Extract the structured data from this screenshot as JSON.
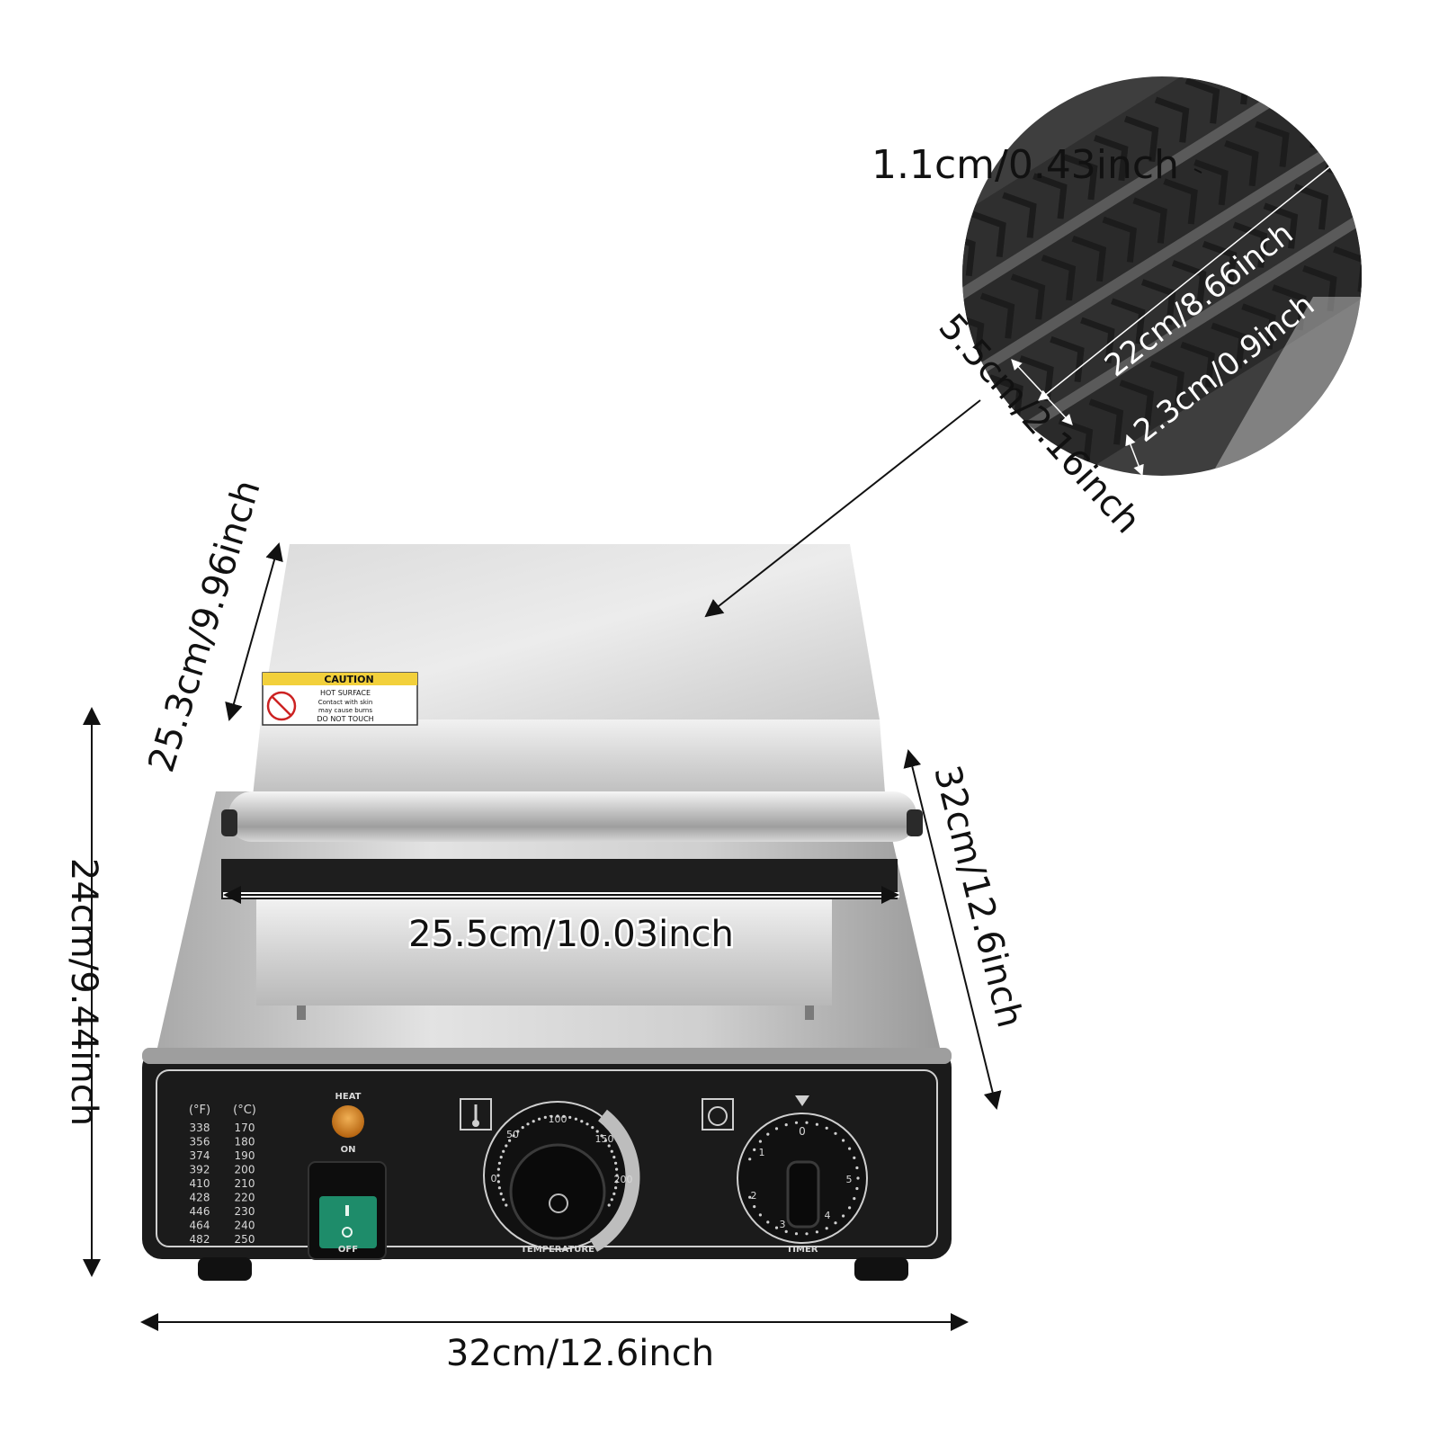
{
  "dimensions": {
    "plate_ridge_height": "1.1cm/0.43inch",
    "plate_length": "22cm/8.66inch",
    "plate_row_height": "2.3cm/0.9inch",
    "plate_row_width": "5.5cm/2.16inch",
    "lid_depth": "25.3cm/9.96inch",
    "base_depth": "32cm/12.6inch",
    "upper_width": "25.5cm/10.03inch",
    "total_height": "24cm/9.44inch",
    "base_width": "32cm/12.6inch"
  },
  "caution_label": {
    "title": "CAUTION",
    "line1": "HOT SURFACE",
    "line2": "Contact with skin",
    "line3": "may cause burns",
    "line4": "DO NOT TOUCH"
  },
  "control_panel": {
    "temp_table_header_f": "(°F)",
    "temp_table_header_c": "(°C)",
    "temp_table": [
      {
        "f": "338",
        "c": "170"
      },
      {
        "f": "356",
        "c": "180"
      },
      {
        "f": "374",
        "c": "190"
      },
      {
        "f": "392",
        "c": "200"
      },
      {
        "f": "410",
        "c": "210"
      },
      {
        "f": "428",
        "c": "220"
      },
      {
        "f": "446",
        "c": "230"
      },
      {
        "f": "464",
        "c": "240"
      },
      {
        "f": "482",
        "c": "250"
      }
    ],
    "heat_label": "HEAT",
    "on_label": "ON",
    "off_label": "OFF",
    "temperature_label": "TEMPERATURE",
    "timer_label": "TIMER",
    "temp_dial_marks": [
      "50",
      "100",
      "150",
      "200"
    ],
    "temp_dial_zero": "0",
    "timer_dial_marks": [
      "0",
      "1",
      "2",
      "3",
      "4",
      "5"
    ]
  },
  "colors": {
    "steel_light": "#e6e6e6",
    "steel_mid": "#bdbdbd",
    "steel_dark": "#8a8a8a",
    "panel_black": "#1c1c1c",
    "plate_dark": "#3a3a3a",
    "switch_green": "#1e8c6a",
    "heat_lamp": "#d9851f",
    "caution_yellow": "#f2d03b"
  }
}
